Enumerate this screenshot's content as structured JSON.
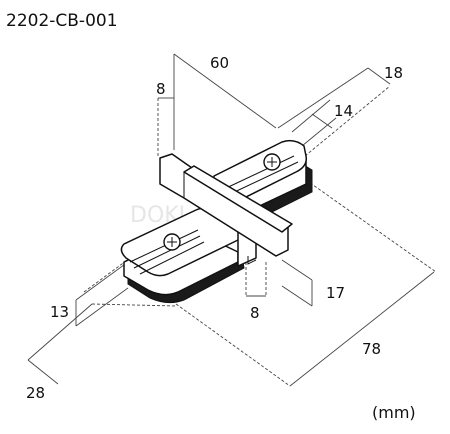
{
  "title": "2202-CB-001",
  "unit": "(mm)",
  "watermark": "DOKI",
  "dimensions": {
    "d60": "60",
    "d8_top": "8",
    "d18": "18",
    "d14": "14",
    "d13": "13",
    "d8_bottom": "8",
    "d17": "17",
    "d78": "78",
    "d28": "28"
  },
  "colors": {
    "line": "#111111",
    "dimension": "#444444",
    "background": "#ffffff"
  },
  "icons": [
    "screw-head-icon"
  ]
}
